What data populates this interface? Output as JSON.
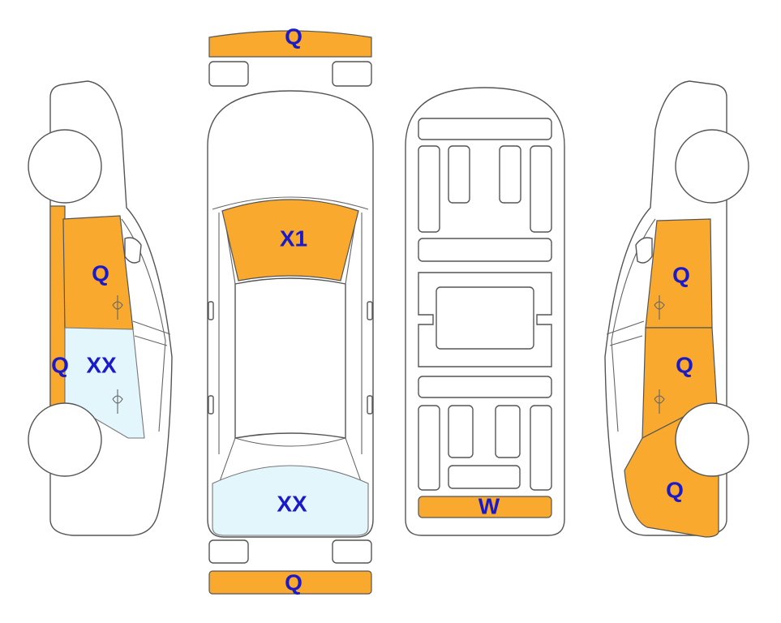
{
  "colors": {
    "damage": "#F8A92E",
    "glass_damage": "#E2F6FC",
    "label": "#1A1AC8",
    "outline": "#555555"
  },
  "labels": {
    "front_bumper": "Q",
    "rear_bumper": "Q",
    "windshield": "X1",
    "rear_window": "XX",
    "underbody_rear": "W",
    "left_front_door": "Q",
    "left_rocker": "Q",
    "left_front_window": "XX",
    "right_front_door": "Q",
    "right_rear_door": "Q",
    "right_rear_quarter": "Q"
  }
}
